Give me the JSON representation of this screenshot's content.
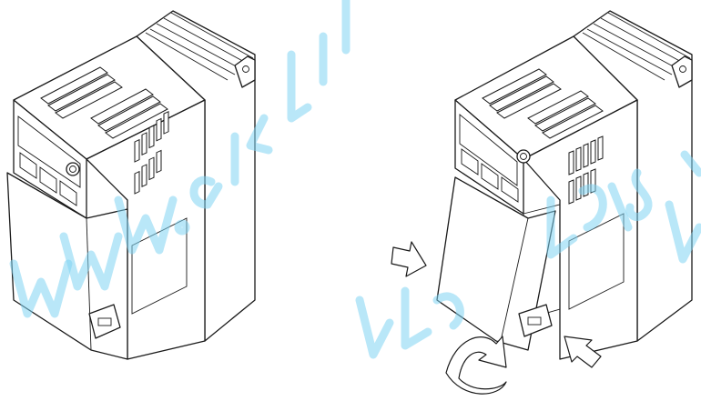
{
  "figure": {
    "views": [
      {
        "name": "cover-installed"
      },
      {
        "name": "cover-being-removed"
      }
    ],
    "arrows": [
      {
        "name": "push-arrow-left",
        "direction": "right"
      },
      {
        "name": "push-arrow-right",
        "direction": "up-left"
      },
      {
        "name": "tilt-arrow",
        "direction": "curved-up"
      }
    ],
    "watermark_color": "#7fd3f2",
    "line_color": "#1a1a1a"
  }
}
